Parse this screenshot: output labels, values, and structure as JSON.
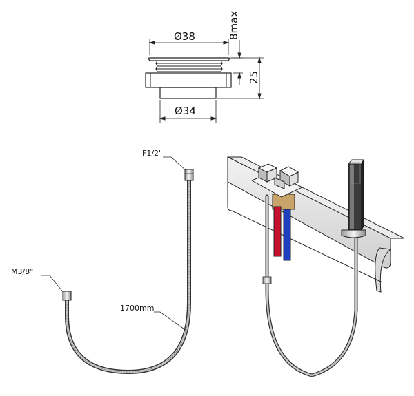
{
  "dimensions": {
    "top_diameter": "Ø38",
    "max_height": "8max",
    "height": "25",
    "bottom_diameter": "Ø34"
  },
  "hose": {
    "female_thread": "F1/2\"",
    "male_thread": "M3/8\"",
    "length": "1700mm"
  },
  "colors": {
    "hot_pipe": "#c8102e",
    "cold_pipe": "#1f3fbf",
    "brass_body": "#c9a46a",
    "line": "#222222"
  }
}
